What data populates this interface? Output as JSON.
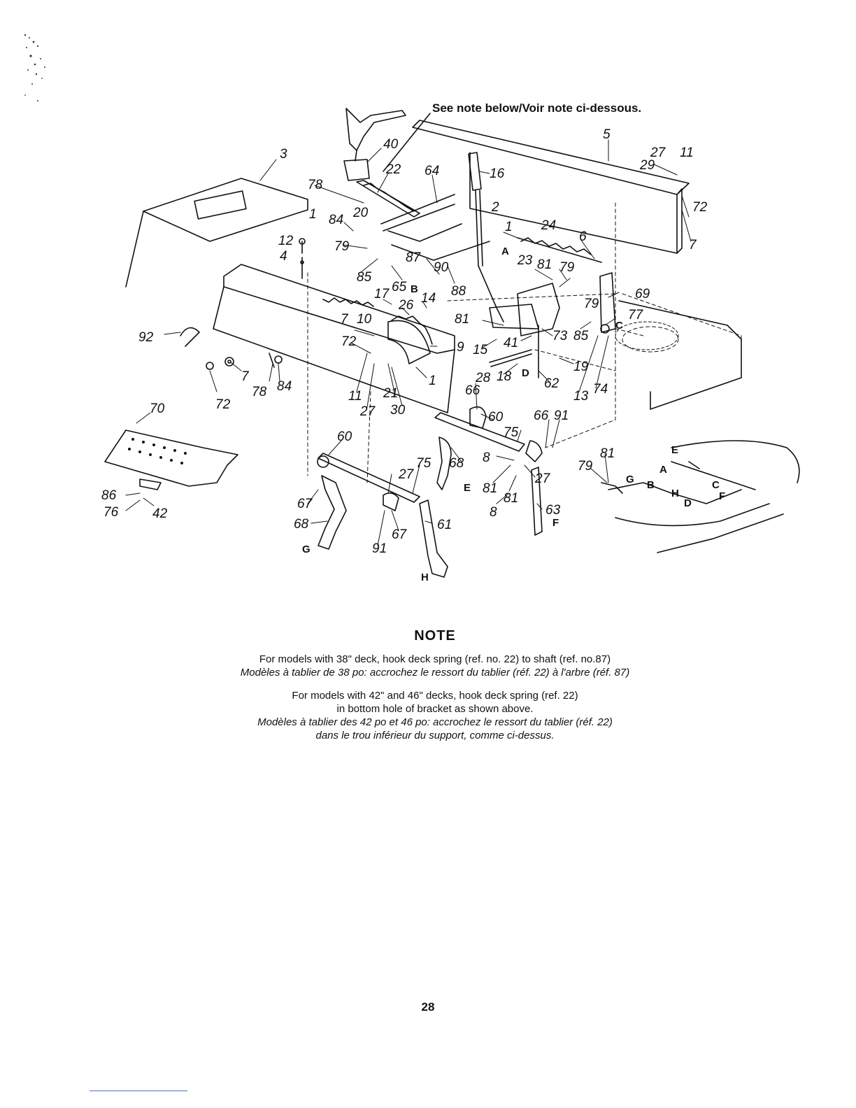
{
  "top_note": "See note below/Voir note ci-dessous.",
  "part_labels": {
    "p40": "40",
    "p22": "22",
    "p64": "64",
    "p16": "16",
    "p5": "5",
    "p27a": "27",
    "p11a": "11",
    "p29": "29",
    "p72a": "72",
    "p7a": "7",
    "p3": "3",
    "p78a": "78",
    "p84a": "84",
    "p20": "20",
    "p1a": "1",
    "p2": "2",
    "p1b": "1",
    "p24": "24",
    "p6": "6",
    "p12": "12",
    "p4": "4",
    "p79a": "79",
    "p87": "87",
    "p90": "90",
    "p85a": "85",
    "p65": "65",
    "p88": "88",
    "p23": "23",
    "p81a": "81",
    "p79b": "79",
    "p69": "69",
    "p17": "17",
    "p14": "14",
    "p26": "26",
    "p79c": "79",
    "p77": "77",
    "p7b": "7",
    "p10": "10",
    "p81b": "81",
    "p73": "73",
    "p85b": "85",
    "p92": "92",
    "p72b": "72",
    "p9": "9",
    "p15": "15",
    "p41": "41",
    "p19": "19",
    "p7c": "7",
    "p78b": "78",
    "p84b": "84",
    "p1c": "1",
    "p28": "28",
    "p18": "18",
    "p62": "62",
    "p13": "13",
    "p74": "74",
    "p11b": "11",
    "p21": "21",
    "p66a": "66",
    "p72c": "72",
    "p27b": "27",
    "p30": "30",
    "p70": "70",
    "p60a": "60",
    "p66b": "66",
    "p91a": "91",
    "p75a": "75",
    "p60b": "60",
    "p81c": "81",
    "p79d": "79",
    "p75b": "75",
    "p68a": "68",
    "p8a": "8",
    "p27c": "27",
    "p27d": "27",
    "p81d": "81",
    "p81e": "81",
    "p86": "86",
    "p76": "76",
    "p42": "42",
    "p67a": "67",
    "p8b": "8",
    "p63": "63",
    "p68b": "68",
    "p61": "61",
    "p67b": "67",
    "p91b": "91"
  },
  "letter_labels": {
    "A1": "A",
    "B1": "B",
    "C1": "C",
    "D1": "D",
    "E1": "E",
    "F1": "F",
    "G1": "G",
    "H1": "H",
    "A2": "A",
    "B2": "B",
    "C2": "C",
    "D2": "D",
    "E2": "E",
    "F2": "F",
    "G2": "G",
    "H2": "H"
  },
  "note": {
    "heading": "NOTE",
    "line1_en": "For models with 38\" deck, hook deck spring (ref. no. 22) to shaft (ref. no.87)",
    "line1_fr": "Modèles à tablier de 38 po: accrochez le ressort du tablier (réf. 22) à l'arbre (réf. 87)",
    "line2_en_a": "For models with 42\" and 46\" decks, hook deck spring (ref. 22)",
    "line2_en_b": "in bottom hole of bracket as shown above.",
    "line2_fr_a": "Modèles à tablier des 42 po et 46 po: accrochez le ressort du tablier (réf. 22)",
    "line2_fr_b": "dans le trou inférieur du support, comme ci-dessus."
  },
  "page_number": "28"
}
